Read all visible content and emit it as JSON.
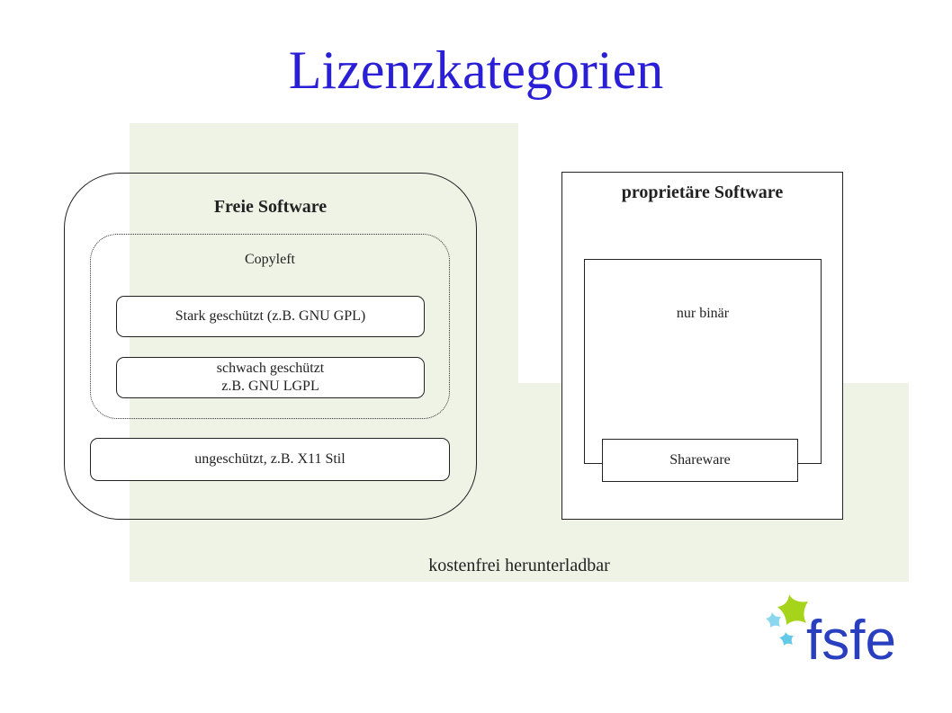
{
  "title": "Lizenzkategorien",
  "free_software": {
    "label": "Freie Software",
    "copyleft": {
      "label": "Copyleft",
      "strong": "Stark geschützt (z.B. GNU GPL)",
      "weak_line1": "schwach geschützt",
      "weak_line2": "z.B. GNU LGPL"
    },
    "unprotected": "ungeschützt, z.B. X11 Stil"
  },
  "proprietary": {
    "label": "proprietäre Software",
    "binary_only": "nur binär",
    "shareware": "Shareware"
  },
  "free_download": "kostenfrei herunterladbar",
  "logo": {
    "text": "fsfe",
    "icon": "fsfe-star-logo-icon",
    "colors": {
      "text": "#2a3fbf",
      "star_green": "#a6d41a",
      "star_cyan": "#63c9e6"
    }
  },
  "colors": {
    "title": "#2a1fd6",
    "shade": "#eef3e6",
    "border": "#222222"
  }
}
